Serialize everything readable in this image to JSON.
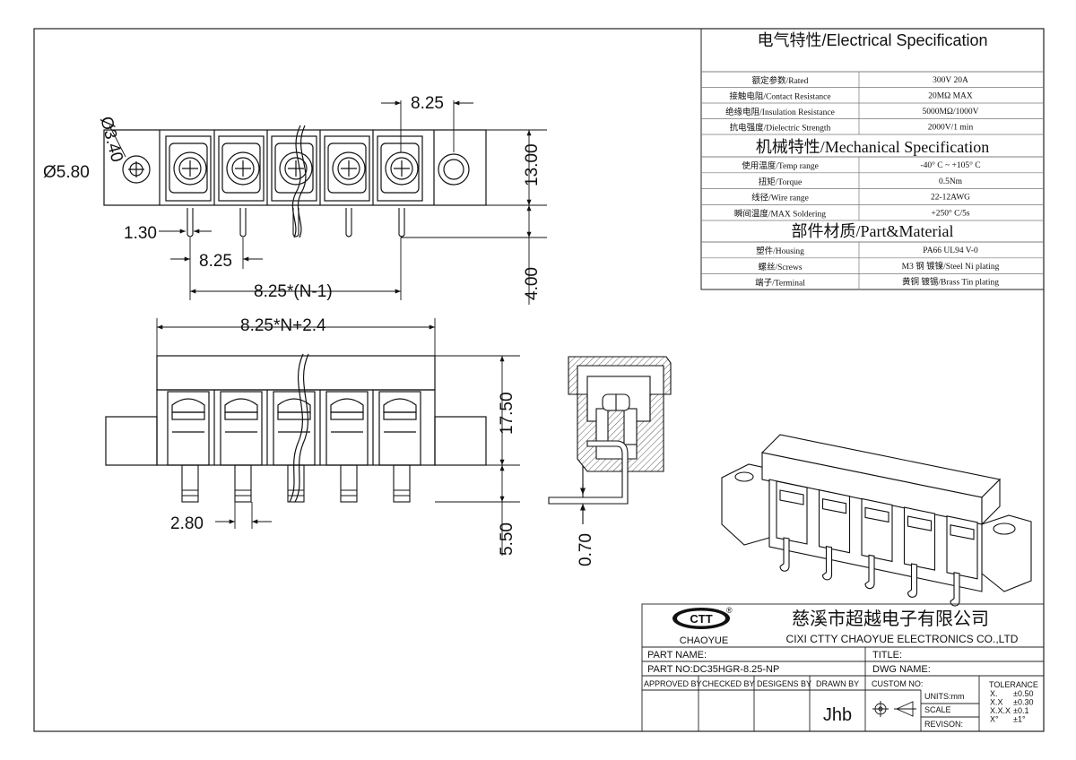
{
  "dimensions": {
    "hole_dia": "Ø3.40",
    "outer_dia": "Ø5.80",
    "pitch_top": "8.25",
    "height": "13.00",
    "pin_dia": "1.30",
    "pitch": "8.25",
    "span": "8.25*(N-1)",
    "pin_len": "4.00",
    "total_len": "8.25*N+2.4",
    "body_height": "17.50",
    "pin_width": "2.80",
    "pin_height": "5.50",
    "thickness": "0.70"
  },
  "spec": {
    "electrical_title": "电气特性/Electrical Specification",
    "electrical": [
      {
        "label": "额定参数/Rated",
        "value": "300V  20A"
      },
      {
        "label": "接触电阻/Contact Resistance",
        "value": "20MΩ MAX"
      },
      {
        "label": "绝缘电阻/Insulation Resistance",
        "value": "5000MΩ/1000V"
      },
      {
        "label": "抗电强度/Dielectric Strength",
        "value": "2000V/1 min"
      }
    ],
    "mechanical_title": "机械特性/Mechanical Specification",
    "mechanical": [
      {
        "label": "使用温度/Temp range",
        "value": "-40° C ~ +105° C"
      },
      {
        "label": "扭矩/Torque",
        "value": "0.5Nm"
      },
      {
        "label": "线径/Wire range",
        "value": "22-12AWG"
      },
      {
        "label": "瞬间温度/MAX Soldering",
        "value": "+250° C/5s"
      }
    ],
    "material_title": "部件材质/Part&Material",
    "material": [
      {
        "label": "塑件/Housing",
        "value": "PA66 UL94 V-0"
      },
      {
        "label": "螺丝/Screws",
        "value": "M3 钢 镀镍/Steel Ni plating"
      },
      {
        "label": "端子/Terminal",
        "value": "黄铜 镀锡/Brass Tin  plating"
      }
    ]
  },
  "title_block": {
    "logo_text": "CHAOYUE",
    "registered": "®",
    "company_cn": "慈溪市超越电子有限公司",
    "company_en": "CIXI CTTY CHAOYUE ELECTRONICS CO.,LTD",
    "part_name_label": "PART NAME:",
    "title_label": "TITLE:",
    "part_no": "PART NO:DC35HGR-8.25-NP",
    "dwg_name_label": "DWG NAME:",
    "approved_by": "APPROVED BY",
    "checked_by": "CHECKED BY",
    "designed_by": "DESIGENS BY",
    "drawn_by": "DRAWN BY",
    "drawn_by_value": "Jhb",
    "custom_no": "CUSTOM NO:",
    "units": "UNITS:mm",
    "scale": "SCALE",
    "revision": "REVISON:",
    "tolerance_title": "TOLERANCE",
    "tolerances": [
      {
        "k": "X.",
        "v": "±0.50"
      },
      {
        "k": "X.X",
        "v": "±0.30"
      },
      {
        "k": "X.X.X",
        "v": "±0.1"
      },
      {
        "k": "X°",
        "v": "±1°"
      }
    ]
  }
}
